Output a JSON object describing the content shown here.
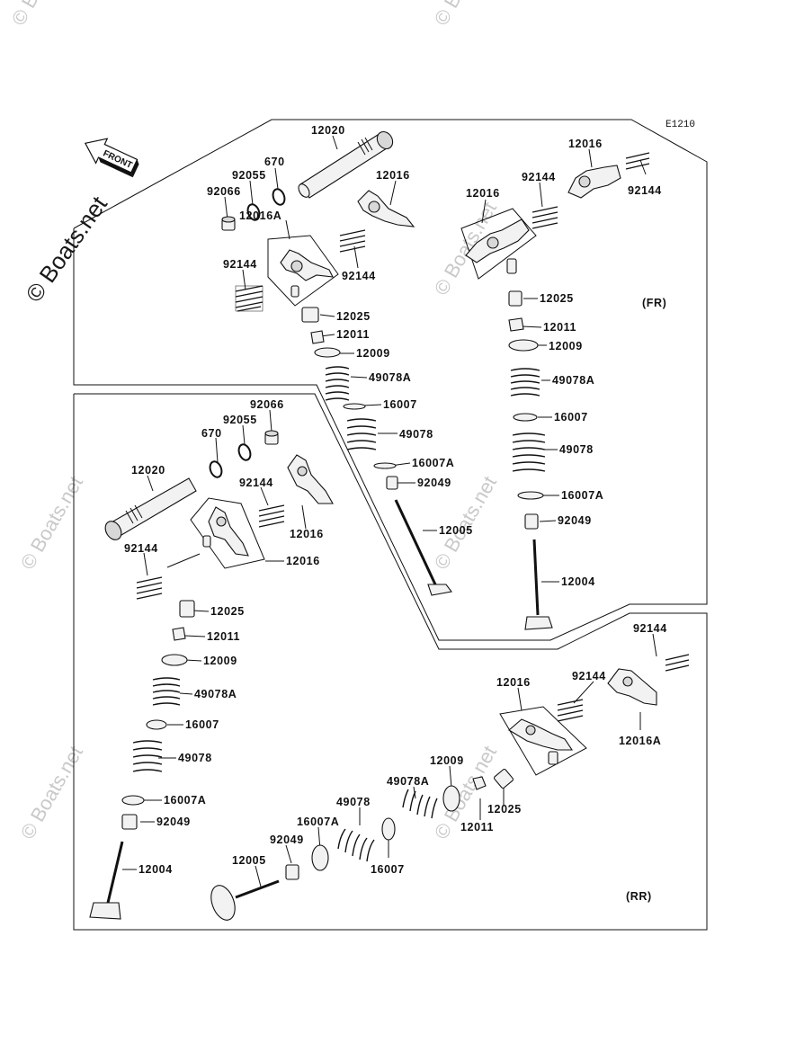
{
  "diagram_code": "E1210",
  "front_arrow_text": "FRONT",
  "section_labels": {
    "front": "(FR)",
    "rear": "(RR)"
  },
  "watermark": "© Boats.net",
  "labels": [
    {
      "id": "l01",
      "text": "12020"
    },
    {
      "id": "l02",
      "text": "670"
    },
    {
      "id": "l03",
      "text": "92055"
    },
    {
      "id": "l04",
      "text": "92066"
    },
    {
      "id": "l05",
      "text": "12016A"
    },
    {
      "id": "l06",
      "text": "12016"
    },
    {
      "id": "l07",
      "text": "92144"
    },
    {
      "id": "l08",
      "text": "92144"
    },
    {
      "id": "l09",
      "text": "12025"
    },
    {
      "id": "l10",
      "text": "12011"
    },
    {
      "id": "l11",
      "text": "12009"
    },
    {
      "id": "l12",
      "text": "49078A"
    },
    {
      "id": "l13",
      "text": "16007"
    },
    {
      "id": "l14",
      "text": "49078"
    },
    {
      "id": "l15",
      "text": "16007A"
    },
    {
      "id": "l16",
      "text": "92049"
    },
    {
      "id": "l17",
      "text": "12005"
    },
    {
      "id": "l18",
      "text": "12016"
    },
    {
      "id": "l19",
      "text": "92144"
    },
    {
      "id": "l20",
      "text": "12016"
    },
    {
      "id": "l21",
      "text": "92144"
    },
    {
      "id": "l22",
      "text": "12025"
    },
    {
      "id": "l23",
      "text": "12011"
    },
    {
      "id": "l24",
      "text": "12009"
    },
    {
      "id": "l25",
      "text": "49078A"
    },
    {
      "id": "l26",
      "text": "16007"
    },
    {
      "id": "l27",
      "text": "49078"
    },
    {
      "id": "l28",
      "text": "16007A"
    },
    {
      "id": "l29",
      "text": "92049"
    },
    {
      "id": "l30",
      "text": "12004"
    },
    {
      "id": "l31",
      "text": "92066"
    },
    {
      "id": "l32",
      "text": "92055"
    },
    {
      "id": "l33",
      "text": "670"
    },
    {
      "id": "l34",
      "text": "12020"
    },
    {
      "id": "l35",
      "text": "92144"
    },
    {
      "id": "l36",
      "text": "92144"
    },
    {
      "id": "l37",
      "text": "12016"
    },
    {
      "id": "l38",
      "text": "12016"
    },
    {
      "id": "l39",
      "text": "12025"
    },
    {
      "id": "l40",
      "text": "12011"
    },
    {
      "id": "l41",
      "text": "12009"
    },
    {
      "id": "l42",
      "text": "49078A"
    },
    {
      "id": "l43",
      "text": "16007"
    },
    {
      "id": "l44",
      "text": "49078"
    },
    {
      "id": "l45",
      "text": "16007A"
    },
    {
      "id": "l46",
      "text": "92049"
    },
    {
      "id": "l47",
      "text": "12004"
    },
    {
      "id": "l48",
      "text": "92144"
    },
    {
      "id": "l49",
      "text": "92144"
    },
    {
      "id": "l50",
      "text": "12016"
    },
    {
      "id": "l51",
      "text": "12016A"
    },
    {
      "id": "l52",
      "text": "12009"
    },
    {
      "id": "l53",
      "text": "49078A"
    },
    {
      "id": "l54",
      "text": "49078"
    },
    {
      "id": "l55",
      "text": "16007A"
    },
    {
      "id": "l56",
      "text": "92049"
    },
    {
      "id": "l57",
      "text": "12005"
    },
    {
      "id": "l58",
      "text": "16007"
    },
    {
      "id": "l59",
      "text": "12011"
    },
    {
      "id": "l60",
      "text": "12025"
    }
  ]
}
